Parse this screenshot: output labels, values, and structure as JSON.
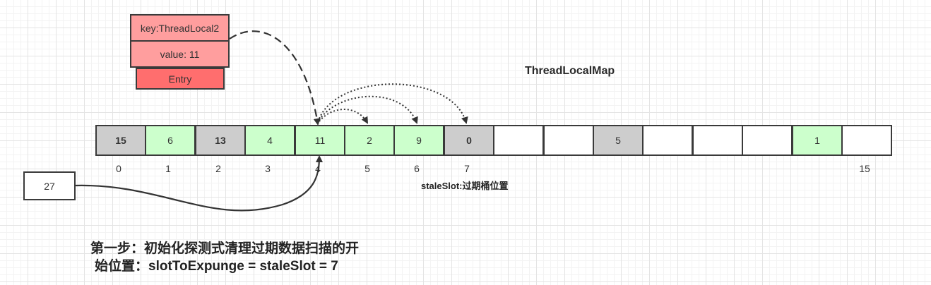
{
  "entry": {
    "key_label": "key:ThreadLocal2",
    "value_label": "value: 11",
    "type_label": "Entry"
  },
  "map_title": "ThreadLocalMap",
  "input_key": "27",
  "slots": [
    {
      "text": "15",
      "style": "gray",
      "bold": true
    },
    {
      "text": "6",
      "style": "green",
      "bold": false
    },
    {
      "text": "13",
      "style": "gray",
      "bold": true
    },
    {
      "text": "4",
      "style": "green",
      "bold": false
    },
    {
      "text": "11",
      "style": "green",
      "bold": false
    },
    {
      "text": "2",
      "style": "green",
      "bold": false
    },
    {
      "text": "9",
      "style": "green",
      "bold": false
    },
    {
      "text": "0",
      "style": "gray",
      "bold": true
    },
    {
      "text": "",
      "style": "white",
      "bold": false
    },
    {
      "text": "",
      "style": "white",
      "bold": false
    },
    {
      "text": "5",
      "style": "gray",
      "bold": false
    },
    {
      "text": "",
      "style": "white",
      "bold": false
    },
    {
      "text": "",
      "style": "white",
      "bold": false
    },
    {
      "text": "",
      "style": "white",
      "bold": false
    },
    {
      "text": "1",
      "style": "green",
      "bold": false
    },
    {
      "text": "",
      "style": "white",
      "bold": false
    }
  ],
  "indices": [
    {
      "slot": 0,
      "label": "0"
    },
    {
      "slot": 1,
      "label": "1"
    },
    {
      "slot": 2,
      "label": "2"
    },
    {
      "slot": 3,
      "label": "3"
    },
    {
      "slot": 4,
      "label": "4"
    },
    {
      "slot": 5,
      "label": "5"
    },
    {
      "slot": 6,
      "label": "6"
    },
    {
      "slot": 7,
      "label": "7"
    },
    {
      "slot": 15,
      "label": "15"
    }
  ],
  "stale_slot_label": "staleSlot:过期桶位置",
  "caption": {
    "line1": "第一步：初始化探测式清理过期数据扫描的开",
    "line2": "始位置：slotToExpunge = staleSlot = 7"
  },
  "colors": {
    "gray_slot": "#cdcdcd",
    "green_slot": "#ccffcc",
    "entry_pink": "#ff9e9e",
    "entry_red": "#ff6e6e"
  }
}
